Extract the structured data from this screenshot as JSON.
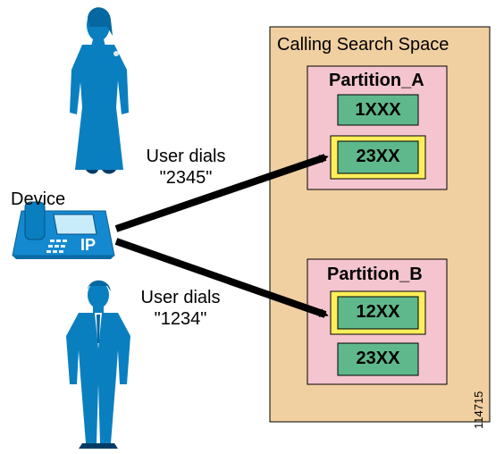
{
  "calling_search_space": {
    "title": "Calling Search Space",
    "partitions": [
      {
        "name": "Partition_A",
        "patterns": [
          "1XXX",
          "23XX"
        ],
        "matched_pattern": "23XX"
      },
      {
        "name": "Partition_B",
        "patterns": [
          "12XX",
          "23XX"
        ],
        "matched_pattern": "12XX"
      }
    ]
  },
  "users": [
    {
      "line1": "User dials",
      "line2": "\"2345\""
    },
    {
      "line1": "User dials",
      "line2": "\"1234\""
    }
  ],
  "device": {
    "label": "Device",
    "badge": "IP"
  },
  "figure_id": "114715",
  "colors": {
    "css_background": "#f0cfa0",
    "partition_background": "#f4c5cf",
    "pattern_background": "#5fb88c",
    "highlight_border": "#ffef5a",
    "person_blue": "#0a7fc0",
    "arrow": "#000000"
  }
}
